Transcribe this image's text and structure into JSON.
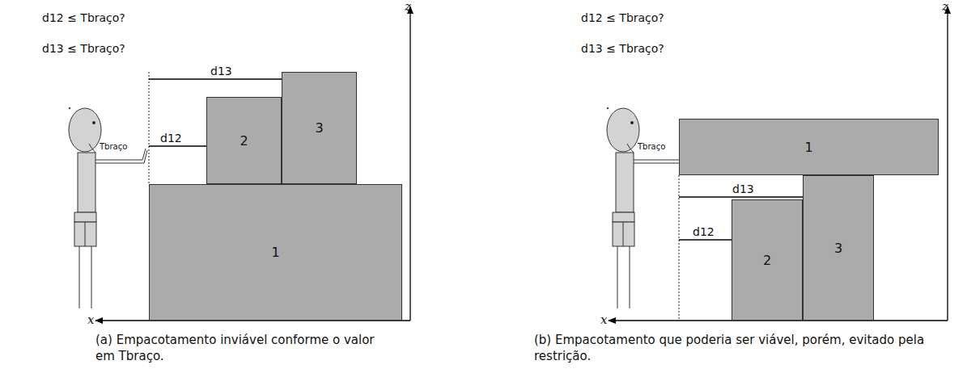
{
  "diagram": {
    "nodes": [
      {
        "text": [
          "1"
        ]
      },
      {
        "text": [
          "2"
        ]
      },
      {
        "text": [
          "3"
        ]
      },
      {
        "text": [
          "1"
        ]
      },
      {
        "text": [
          "2"
        ]
      },
      {
        "text": [
          "3"
        ]
      }
    ],
    "labels": [
      "d12 ≤ Tbraço?",
      "d13 ≤ Tbraço?",
      "Tbraço",
      "d13",
      "d12",
      "z",
      "x",
      "(a) Empacotamento inviável conforme o valor em Tbraço.",
      "d12 ≤ Tbraço?",
      "d13 ≤ Tbraço?",
      "Tbraço",
      "d13",
      "d12",
      "z",
      "x",
      "(b) Empacotamento que poderia ser viável, porém, evitado pela restrição."
    ]
  }
}
